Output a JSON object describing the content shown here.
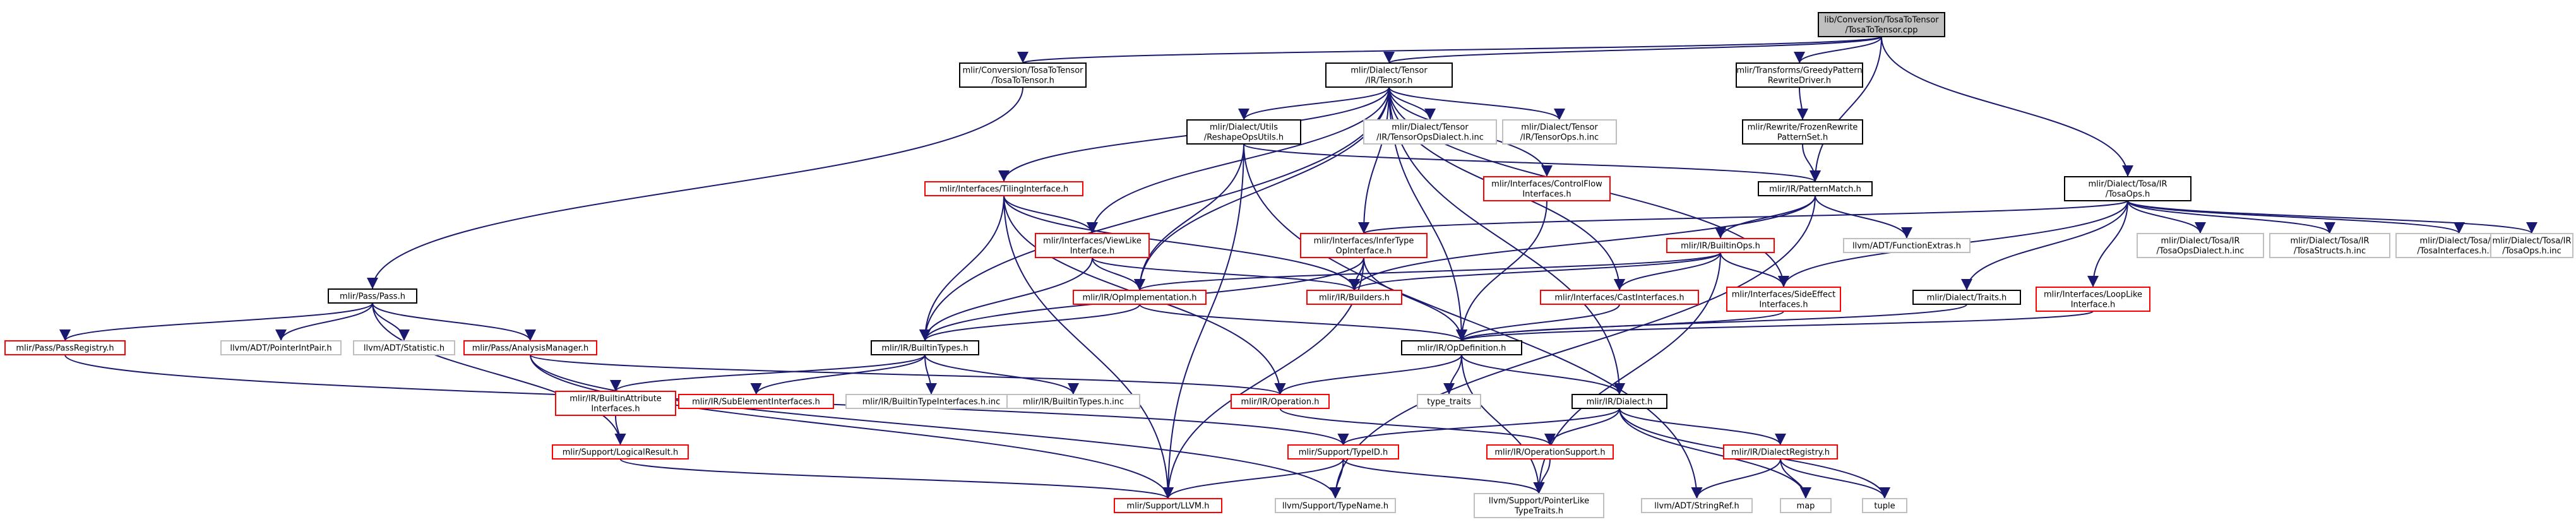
{
  "colors": {
    "edge": "#191970",
    "root_fill": "#bfbfbf",
    "root_border": "#000000",
    "documented_border": "#000000",
    "undocumented_border": "#ff0000",
    "external_border": "#bfbfbf",
    "node_fill": "#ffffff",
    "text": "#000000"
  },
  "nodes": [
    {
      "id": "root",
      "lines": [
        "lib/Conversion/TosaToTensor",
        "/TosaToTensor.cpp"
      ],
      "kind": "root"
    },
    {
      "id": "conv_hdr",
      "lines": [
        "mlir/Conversion/TosaToTensor",
        "/TosaToTensor.h"
      ],
      "kind": "documented"
    },
    {
      "id": "tensor",
      "lines": [
        "mlir/Dialect/Tensor",
        "/IR/Tensor.h"
      ],
      "kind": "documented"
    },
    {
      "id": "greedy",
      "lines": [
        "mlir/Transforms/GreedyPattern",
        "RewriteDriver.h"
      ],
      "kind": "documented"
    },
    {
      "id": "frozen",
      "lines": [
        "mlir/Rewrite/FrozenRewrite",
        "PatternSet.h"
      ],
      "kind": "documented"
    },
    {
      "id": "patternmatch",
      "lines": [
        "mlir/IR/PatternMatch.h"
      ],
      "kind": "documented"
    },
    {
      "id": "tosaops",
      "lines": [
        "mlir/Dialect/Tosa/IR",
        "/TosaOps.h"
      ],
      "kind": "documented"
    },
    {
      "id": "reshapeutils",
      "lines": [
        "mlir/Dialect/Utils",
        "/ReshapeOpsUtils.h"
      ],
      "kind": "documented"
    },
    {
      "id": "tensordialect_inc",
      "lines": [
        "mlir/Dialect/Tensor",
        "/IR/TensorOpsDialect.h.inc"
      ],
      "kind": "external"
    },
    {
      "id": "tensorops_inc",
      "lines": [
        "mlir/Dialect/Tensor",
        "/IR/TensorOps.h.inc"
      ],
      "kind": "external"
    },
    {
      "id": "controlflow",
      "lines": [
        "mlir/Interfaces/ControlFlow",
        "Interfaces.h"
      ],
      "kind": "undocumented"
    },
    {
      "id": "tiling",
      "lines": [
        "mlir/Interfaces/TilingInterface.h"
      ],
      "kind": "undocumented"
    },
    {
      "id": "viewlike",
      "lines": [
        "mlir/Interfaces/ViewLike",
        "Interface.h"
      ],
      "kind": "undocumented"
    },
    {
      "id": "infertype",
      "lines": [
        "mlir/Interfaces/InferType",
        "OpInterface.h"
      ],
      "kind": "undocumented"
    },
    {
      "id": "builtinops",
      "lines": [
        "mlir/IR/BuiltinOps.h"
      ],
      "kind": "undocumented"
    },
    {
      "id": "functionextras",
      "lines": [
        "llvm/ADT/FunctionExtras.h"
      ],
      "kind": "external"
    },
    {
      "id": "tosadialect_inc",
      "lines": [
        "mlir/Dialect/Tosa/IR",
        "/TosaOpsDialect.h.inc"
      ],
      "kind": "external"
    },
    {
      "id": "tosastructs_inc",
      "lines": [
        "mlir/Dialect/Tosa/IR",
        "/TosaStructs.h.inc"
      ],
      "kind": "external"
    },
    {
      "id": "tosainterfaces_inc",
      "lines": [
        "mlir/Dialect/Tosa/IR",
        "/TosaInterfaces.h.inc"
      ],
      "kind": "external"
    },
    {
      "id": "tosaops_inc",
      "lines": [
        "mlir/Dialect/Tosa/IR",
        "/TosaOps.h.inc"
      ],
      "kind": "external"
    },
    {
      "id": "pass",
      "lines": [
        "mlir/Pass/Pass.h"
      ],
      "kind": "documented"
    },
    {
      "id": "opimpl",
      "lines": [
        "mlir/IR/OpImplementation.h"
      ],
      "kind": "undocumented"
    },
    {
      "id": "builders",
      "lines": [
        "mlir/IR/Builders.h"
      ],
      "kind": "undocumented"
    },
    {
      "id": "castinterfaces",
      "lines": [
        "mlir/Interfaces/CastInterfaces.h"
      ],
      "kind": "undocumented"
    },
    {
      "id": "sideeffect",
      "lines": [
        "mlir/Interfaces/SideEffect",
        "Interfaces.h"
      ],
      "kind": "undocumented"
    },
    {
      "id": "traits",
      "lines": [
        "mlir/Dialect/Traits.h"
      ],
      "kind": "documented"
    },
    {
      "id": "looplike",
      "lines": [
        "mlir/Interfaces/LoopLike",
        "Interface.h"
      ],
      "kind": "undocumented"
    },
    {
      "id": "passregistry",
      "lines": [
        "mlir/Pass/PassRegistry.h"
      ],
      "kind": "undocumented"
    },
    {
      "id": "pointerintpair",
      "lines": [
        "llvm/ADT/PointerIntPair.h"
      ],
      "kind": "external"
    },
    {
      "id": "statistic",
      "lines": [
        "llvm/ADT/Statistic.h"
      ],
      "kind": "external"
    },
    {
      "id": "analysismanager",
      "lines": [
        "mlir/Pass/AnalysisManager.h"
      ],
      "kind": "undocumented"
    },
    {
      "id": "builtintypes",
      "lines": [
        "mlir/IR/BuiltinTypes.h"
      ],
      "kind": "documented"
    },
    {
      "id": "opdefinition",
      "lines": [
        "mlir/IR/OpDefinition.h"
      ],
      "kind": "documented"
    },
    {
      "id": "builtinattr",
      "lines": [
        "mlir/IR/BuiltinAttribute",
        "Interfaces.h"
      ],
      "kind": "undocumented"
    },
    {
      "id": "subelement",
      "lines": [
        "mlir/IR/SubElementInterfaces.h"
      ],
      "kind": "undocumented"
    },
    {
      "id": "builtintypeinterfaces_inc",
      "lines": [
        "mlir/IR/BuiltinTypeInterfaces.h.inc"
      ],
      "kind": "external"
    },
    {
      "id": "builtintypes_inc",
      "lines": [
        "mlir/IR/BuiltinTypes.h.inc"
      ],
      "kind": "external"
    },
    {
      "id": "operation",
      "lines": [
        "mlir/IR/Operation.h"
      ],
      "kind": "undocumented"
    },
    {
      "id": "type_traits",
      "lines": [
        "type_traits"
      ],
      "kind": "external"
    },
    {
      "id": "dialect",
      "lines": [
        "mlir/IR/Dialect.h"
      ],
      "kind": "documented"
    },
    {
      "id": "logicalresult",
      "lines": [
        "mlir/Support/LogicalResult.h"
      ],
      "kind": "undocumented"
    },
    {
      "id": "typeid",
      "lines": [
        "mlir/Support/TypeID.h"
      ],
      "kind": "undocumented"
    },
    {
      "id": "operationsupport",
      "lines": [
        "mlir/IR/OperationSupport.h"
      ],
      "kind": "undocumented"
    },
    {
      "id": "dialectregistry",
      "lines": [
        "mlir/IR/DialectRegistry.h"
      ],
      "kind": "undocumented"
    },
    {
      "id": "llvmsupport",
      "lines": [
        "mlir/Support/LLVM.h"
      ],
      "kind": "undocumented"
    },
    {
      "id": "typename",
      "lines": [
        "llvm/Support/TypeName.h"
      ],
      "kind": "external"
    },
    {
      "id": "pointerlike",
      "lines": [
        "llvm/Support/PointerLike",
        "TypeTraits.h"
      ],
      "kind": "external"
    },
    {
      "id": "stringref",
      "lines": [
        "llvm/ADT/StringRef.h"
      ],
      "kind": "external"
    },
    {
      "id": "map",
      "lines": [
        "map"
      ],
      "kind": "external"
    },
    {
      "id": "tuple",
      "lines": [
        "tuple"
      ],
      "kind": "external"
    }
  ],
  "edges": [
    [
      "root",
      "conv_hdr"
    ],
    [
      "root",
      "tensor"
    ],
    [
      "root",
      "greedy"
    ],
    [
      "root",
      "patternmatch"
    ],
    [
      "root",
      "tosaops"
    ],
    [
      "conv_hdr",
      "pass"
    ],
    [
      "tensor",
      "builtintypes"
    ],
    [
      "tensor",
      "reshapeutils"
    ],
    [
      "tensor",
      "tensordialect_inc"
    ],
    [
      "tensor",
      "tensorops_inc"
    ],
    [
      "tensor",
      "controlflow"
    ],
    [
      "tensor",
      "tiling"
    ],
    [
      "tensor",
      "viewlike"
    ],
    [
      "tensor",
      "infertype"
    ],
    [
      "tensor",
      "castinterfaces"
    ],
    [
      "tensor",
      "sideeffect"
    ],
    [
      "tensor",
      "opimpl"
    ],
    [
      "tensor",
      "opdefinition"
    ],
    [
      "tensor",
      "dialect"
    ],
    [
      "greedy",
      "frozen"
    ],
    [
      "frozen",
      "patternmatch"
    ],
    [
      "patternmatch",
      "builtinops"
    ],
    [
      "patternmatch",
      "functionextras"
    ],
    [
      "patternmatch",
      "builders"
    ],
    [
      "patternmatch",
      "typename"
    ],
    [
      "tosaops",
      "tosadialect_inc"
    ],
    [
      "tosaops",
      "tosastructs_inc"
    ],
    [
      "tosaops",
      "tosainterfaces_inc"
    ],
    [
      "tosaops",
      "tosaops_inc"
    ],
    [
      "tosaops",
      "traits"
    ],
    [
      "tosaops",
      "looplike"
    ],
    [
      "tosaops",
      "sideeffect"
    ],
    [
      "tosaops",
      "infertype"
    ],
    [
      "reshapeutils",
      "patternmatch"
    ],
    [
      "reshapeutils",
      "opimpl"
    ],
    [
      "reshapeutils",
      "llvmsupport"
    ],
    [
      "reshapeutils",
      "stringref"
    ],
    [
      "controlflow",
      "opdefinition"
    ],
    [
      "tiling",
      "viewlike"
    ],
    [
      "tiling",
      "builtintypes"
    ],
    [
      "tiling",
      "builders"
    ],
    [
      "tiling",
      "llvmsupport"
    ],
    [
      "tiling",
      "operation"
    ],
    [
      "viewlike",
      "builtintypes"
    ],
    [
      "viewlike",
      "opimpl"
    ],
    [
      "viewlike",
      "builders"
    ],
    [
      "infertype",
      "builders"
    ],
    [
      "infertype",
      "builtintypes"
    ],
    [
      "infertype",
      "opdefinition"
    ],
    [
      "infertype",
      "llvmsupport"
    ],
    [
      "builtinops",
      "opimpl"
    ],
    [
      "builtinops",
      "castinterfaces"
    ],
    [
      "builtinops",
      "sideeffect"
    ],
    [
      "builtinops",
      "builders"
    ],
    [
      "builtinops",
      "pointerlike"
    ],
    [
      "pass",
      "passregistry"
    ],
    [
      "pass",
      "pointerintpair"
    ],
    [
      "pass",
      "statistic"
    ],
    [
      "pass",
      "analysismanager"
    ],
    [
      "pass",
      "logicalresult"
    ],
    [
      "opimpl",
      "builtintypes"
    ],
    [
      "opimpl",
      "opdefinition"
    ],
    [
      "castinterfaces",
      "opdefinition"
    ],
    [
      "sideeffect",
      "opdefinition"
    ],
    [
      "traits",
      "opdefinition"
    ],
    [
      "looplike",
      "opdefinition"
    ],
    [
      "passregistry",
      "typeid"
    ],
    [
      "analysismanager",
      "operation"
    ],
    [
      "analysismanager",
      "llvmsupport"
    ],
    [
      "analysismanager",
      "typename"
    ],
    [
      "builtintypes",
      "builtinattr"
    ],
    [
      "builtintypes",
      "subelement"
    ],
    [
      "builtintypes",
      "builtintypeinterfaces_inc"
    ],
    [
      "builtintypes",
      "builtintypes_inc"
    ],
    [
      "opdefinition",
      "operation"
    ],
    [
      "opdefinition",
      "type_traits"
    ],
    [
      "opdefinition",
      "dialect"
    ],
    [
      "opdefinition",
      "pointerlike"
    ],
    [
      "builtinattr",
      "logicalresult"
    ],
    [
      "operation",
      "operationsupport"
    ],
    [
      "dialect",
      "typeid"
    ],
    [
      "dialect",
      "operationsupport"
    ],
    [
      "dialect",
      "dialectregistry"
    ],
    [
      "dialect",
      "map"
    ],
    [
      "dialect",
      "tuple"
    ],
    [
      "logicalresult",
      "llvmsupport"
    ],
    [
      "typeid",
      "llvmsupport"
    ],
    [
      "typeid",
      "typename"
    ],
    [
      "typeid",
      "pointerlike"
    ],
    [
      "operationsupport",
      "pointerlike"
    ],
    [
      "dialectregistry",
      "stringref"
    ],
    [
      "dialectregistry",
      "map"
    ],
    [
      "dialectregistry",
      "tuple"
    ]
  ]
}
